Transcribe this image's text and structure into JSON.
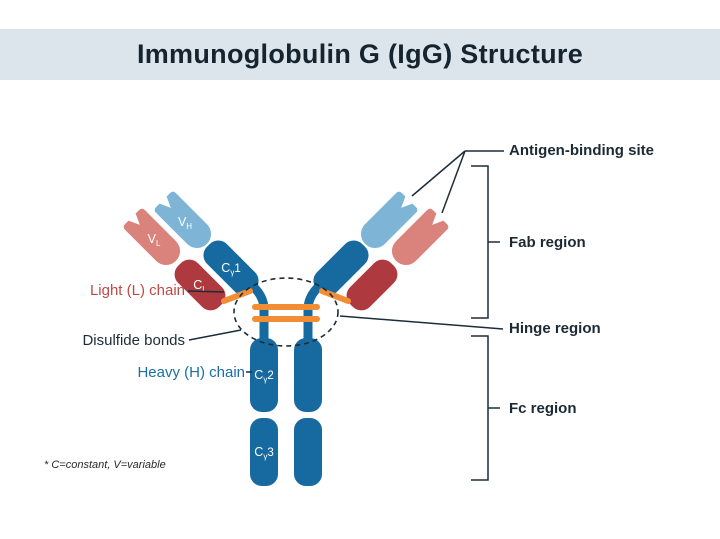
{
  "title": "Immunoglobulin G (IgG) Structure",
  "left_labels": {
    "light_chain": "Light (L) chain",
    "disulfide_bonds": "Disulfide bonds",
    "heavy_chain": "Heavy (H) chain"
  },
  "right_labels": {
    "antigen_binding_site": "Antigen-binding site",
    "fab_region": "Fab region",
    "hinge_region": "Hinge region",
    "fc_region": "Fc region"
  },
  "domain_labels": {
    "vh": {
      "base": "V",
      "sub": "H"
    },
    "vl": {
      "base": "V",
      "sub": "L"
    },
    "cg1": {
      "base": "C",
      "sub": "γ",
      "num": "1"
    },
    "cl": {
      "base": "C",
      "sub": "L"
    },
    "cg2": {
      "base": "C",
      "sub": "γ",
      "num": "2"
    },
    "cg3": {
      "base": "C",
      "sub": "γ",
      "num": "3"
    }
  },
  "footnote": "* C=constant, V=variable",
  "colors": {
    "header_band": "#dde5ec",
    "heavy_chain_dark": "#166a9f",
    "heavy_chain_light": "#7eb5d6",
    "light_chain_variable": "#d9837c",
    "light_chain_constant": "#ae3a40",
    "disulfide_bond": "#f28d33",
    "annotation_dark": "#1d2d38",
    "light_chain_label_color": "#bf4a44",
    "heavy_chain_label_color": "#1a6fa5"
  }
}
